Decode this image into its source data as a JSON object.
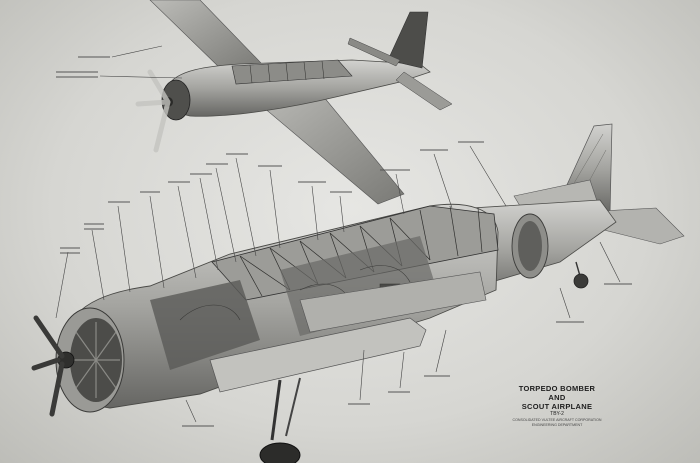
{
  "title_block": {
    "line1": "TORPEDO BOMBER",
    "line2": "AND",
    "line3": "SCOUT AIRPLANE",
    "designation": "TBY-2",
    "company": "CONSOLIDATED VULTEE AIRCRAFT CORPORATION",
    "division": "ENGINEERING DEPARTMENT",
    "footer": ""
  },
  "colors": {
    "paper": "#d9d9d6",
    "airframe": "#a9a9a6",
    "shadow": "#6c6c69",
    "ink": "#222222"
  }
}
